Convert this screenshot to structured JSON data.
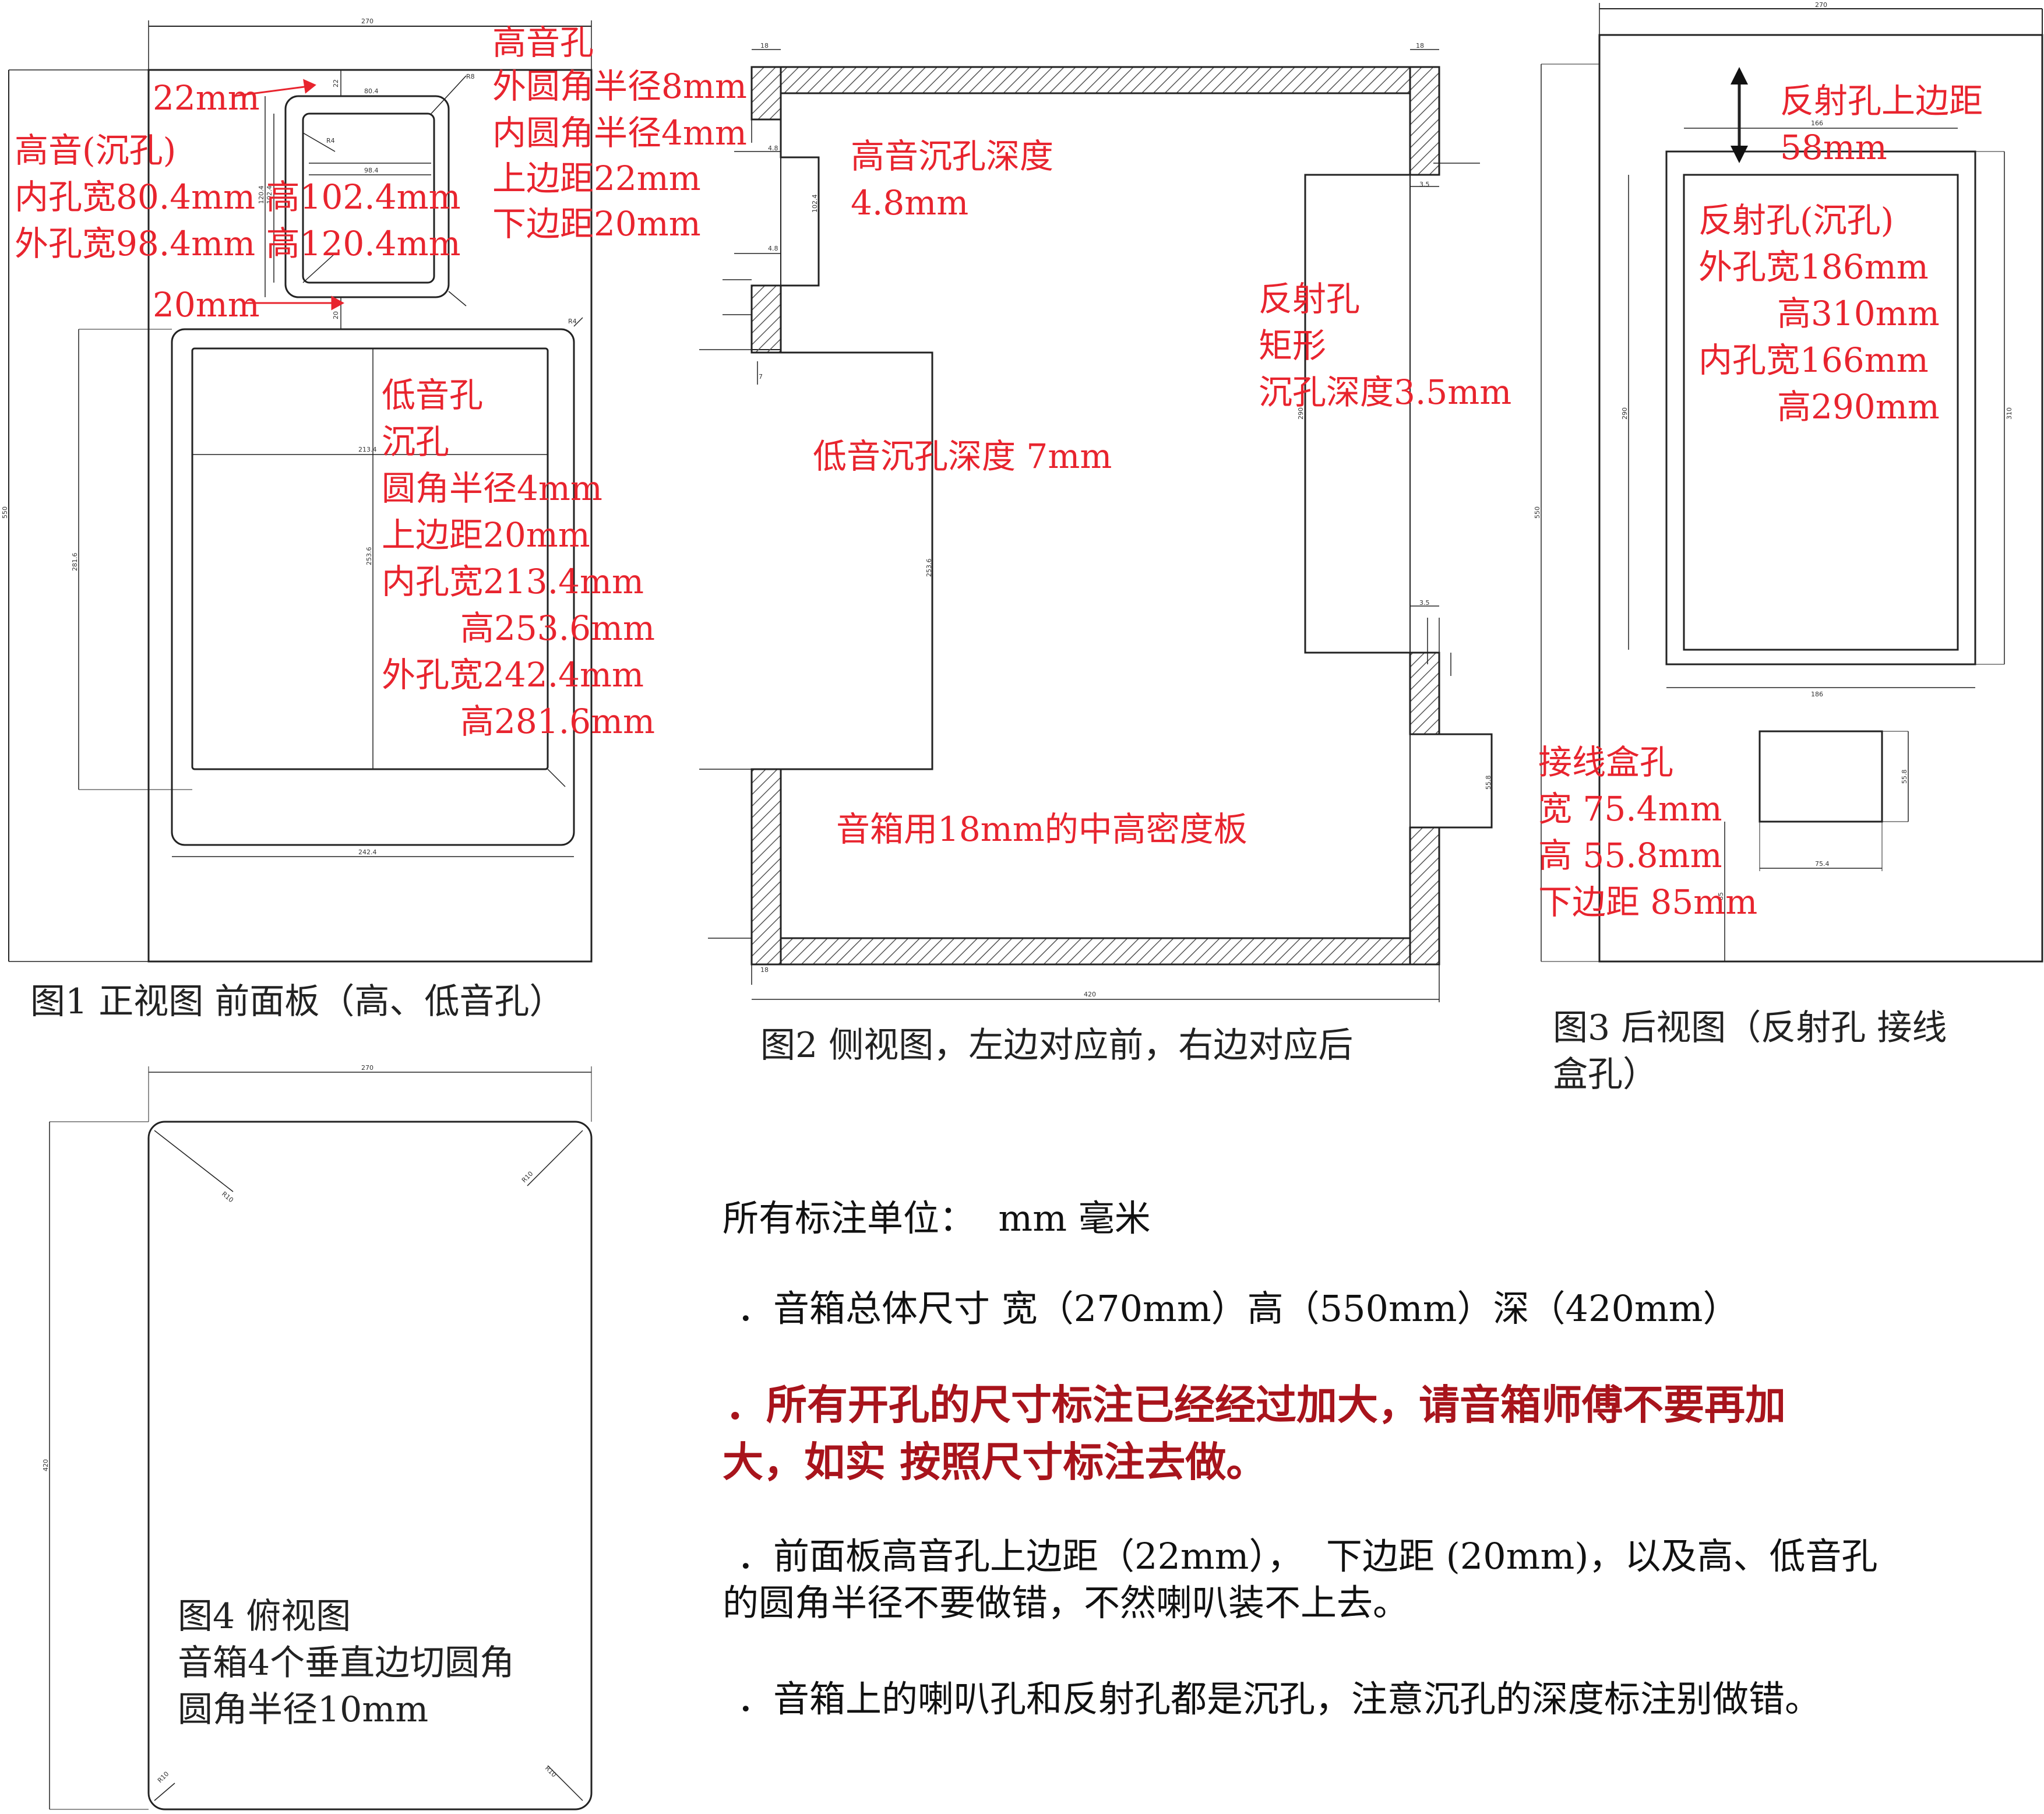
{
  "figure1": {
    "caption": "图1 正视图 前面板（高、低音孔）",
    "tweeter_label": "高音孔",
    "tweeter_specs": [
      "外圆角半径8mm",
      "内圆角半径4mm",
      "上边距22mm",
      "下边距20mm"
    ],
    "tweeter_sunk_title": "高音(沉孔)",
    "tweeter_sunk_specs": [
      "内孔宽80.4mm 高102.4mm",
      "外孔宽98.4mm 高120.4mm"
    ],
    "top_margin": "22mm",
    "bottom_margin": "20mm",
    "woofer_specs": [
      "低音孔",
      "沉孔",
      "圆角半径4mm",
      "上边距20mm",
      "内孔宽213.4mm",
      "高253.6mm",
      "外孔宽242.4mm",
      "高281.6mm"
    ],
    "dims": {
      "width": "270",
      "height": "550",
      "tw_outer_w": "98.4",
      "tw_inner_w": "80.4",
      "tw_outer_h": "120.4",
      "tw_inner_h": "102.4",
      "tw_top": "22",
      "tw_bottom": "20",
      "tw_r_outer": "R8",
      "tw_r_inner": "R4",
      "wf_inner_w": "213.4",
      "wf_inner_h": "253.6",
      "wf_outer_w": "242.4",
      "wf_outer_h": "281.6",
      "wf_r": "R4"
    }
  },
  "figure2": {
    "caption": "图2 侧视图，左边对应前，右边对应后",
    "tweeter_depth": [
      "高音沉孔深度",
      "4.8mm"
    ],
    "woofer_depth": "低音沉孔深度 7mm",
    "port_label": [
      "反射孔",
      "矩形",
      "沉孔深度3.5mm"
    ],
    "board_note": "音箱用18mm的中高密度板",
    "dims": {
      "depth": "420",
      "board": "18",
      "tw_sink": "4.8",
      "tw_h": "102.4",
      "wf_sink": "7",
      "wf_h": "253.6",
      "port_sink": "3.5",
      "port_h": "290",
      "jack_h": "55.8"
    }
  },
  "figure3": {
    "caption": [
      "图3 后视图（反射孔 接线",
      "盒孔）"
    ],
    "port_top": [
      "反射孔上边距",
      "58mm"
    ],
    "port_specs": [
      "反射孔(沉孔)",
      "外孔宽186mm",
      "高310mm",
      "内孔宽166mm",
      "高290mm"
    ],
    "jack_specs": [
      "接线盒孔",
      "宽 75.4mm",
      "高 55.8mm",
      "下边距 85mm"
    ],
    "dims": {
      "width": "270",
      "height": "550",
      "port_outer_w": "186",
      "port_inner_w": "166",
      "port_outer_h": "310",
      "port_inner_h": "290",
      "jack_w": "75.4",
      "jack_h": "55.8",
      "jack_bottom": "85"
    }
  },
  "figure4": {
    "caption": [
      "图4 俯视图",
      "音箱4个垂直边切圆角",
      "圆角半径10mm"
    ],
    "dims": {
      "width": "270",
      "depth": "420",
      "r": "R10"
    }
  },
  "notes": {
    "unit": "所有标注单位：  mm 毫米",
    "overall": "．音箱总体尺寸 宽（270mm）高（550mm）深（420mm）",
    "warning": [
      "．所有开孔的尺寸标注已经经过加大，请音箱师傅不要再加",
      "大，如实 按照尺寸标注去做。"
    ],
    "margins": [
      "．前面板高音孔上边距（22mm），  下边距 (20mm)，以及高、低音孔",
      "的圆角半径不要做错，不然喇叭装不上去。"
    ],
    "sunk": "．音箱上的喇叭孔和反射孔都是沉孔，注意沉孔的深度标注别做错。"
  },
  "colors": {
    "annotation": "#e8242e",
    "warning": "#a8141c",
    "line": "#222222",
    "hatch": "#555555"
  }
}
